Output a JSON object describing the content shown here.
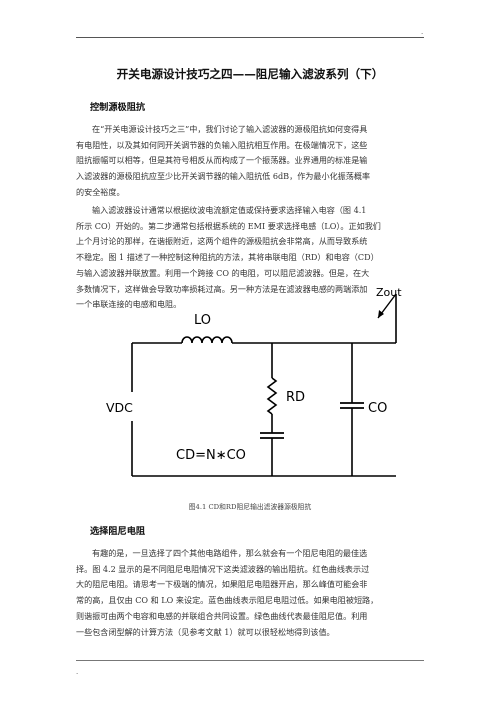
{
  "header": {
    "mark": "."
  },
  "title": "开关电源设计技巧之四——阻尼输入滤波系列（下）",
  "section1": {
    "heading": "控制源极阻抗",
    "para1": [
      "在“开关电源设计技巧之三”中，我们讨论了输入滤波器的源极阻抗如何变得具",
      "有电阻性，以及其如何同开关调节器的负输入阻抗相互作用。在极端情况下，这些",
      "阻抗振幅可以相等，但是其符号相反从而构成了一个振荡器。业界通用的标准是输",
      "入滤波器的源极阻抗应至少比开关调节器的输入阻抗低 6dB，作为最小化振荡概率",
      "的安全裕度。"
    ],
    "para2": [
      "输入滤波器设计通常以根据纹波电流额定值或保持要求选择输入电容（图 4.1",
      "所示 CO）开始的。第二步通常包括根据系统的 EMI 要求选择电感（LO）。正如我们",
      "上个月讨论的那样，在谐振附近，这两个组件的源极阻抗会非常高，从而导致系统",
      "不稳定。图 1 描述了一种控制这种阻抗的方法，其将串联电阻（RD）和电容（CD）",
      "与输入滤波器并联放置。利用一个跨接 CO 的电阻，可以阻尼滤波器。但是，在大",
      "多数情况下，这样做会导致功率损耗过高。另一种方法是在滤波器电感的两端添加",
      "一个串联连接的电感和电阻。"
    ]
  },
  "figure": {
    "labels": {
      "zout": "Zout",
      "lo": "LO",
      "vdc": "VDC",
      "rd": "RD",
      "co": "CO",
      "cd": "CD=N∗CO"
    },
    "caption": "图4.1  CD和RD阻尼输出滤波器源极阻抗"
  },
  "section2": {
    "heading": "选择阻尼电阻",
    "para": [
      "有趣的是，一旦选择了四个其他电路组件，那么就会有一个阻尼电阻的最佳选",
      "择。图 4.2 显示的是不同阻尼电阻情况下这类滤波器的输出阻抗。红色曲线表示过",
      "大的阻尼电阻。请思考一下极端的情况，如果阻尼电阻器开启，那么峰值可能会非",
      "常的高，且仅由 CO 和 LO 来设定。蓝色曲线表示阻尼电阻过低。如果电阻被短路，",
      "则谐振可由两个电容和电感的并联组合共同设置。绿色曲线代表最佳阻尼值。利用",
      "一些包含闭型解的计算方法（见参考文献 1）就可以很轻松地得到该值。"
    ]
  },
  "footer": {
    "mark": "."
  }
}
